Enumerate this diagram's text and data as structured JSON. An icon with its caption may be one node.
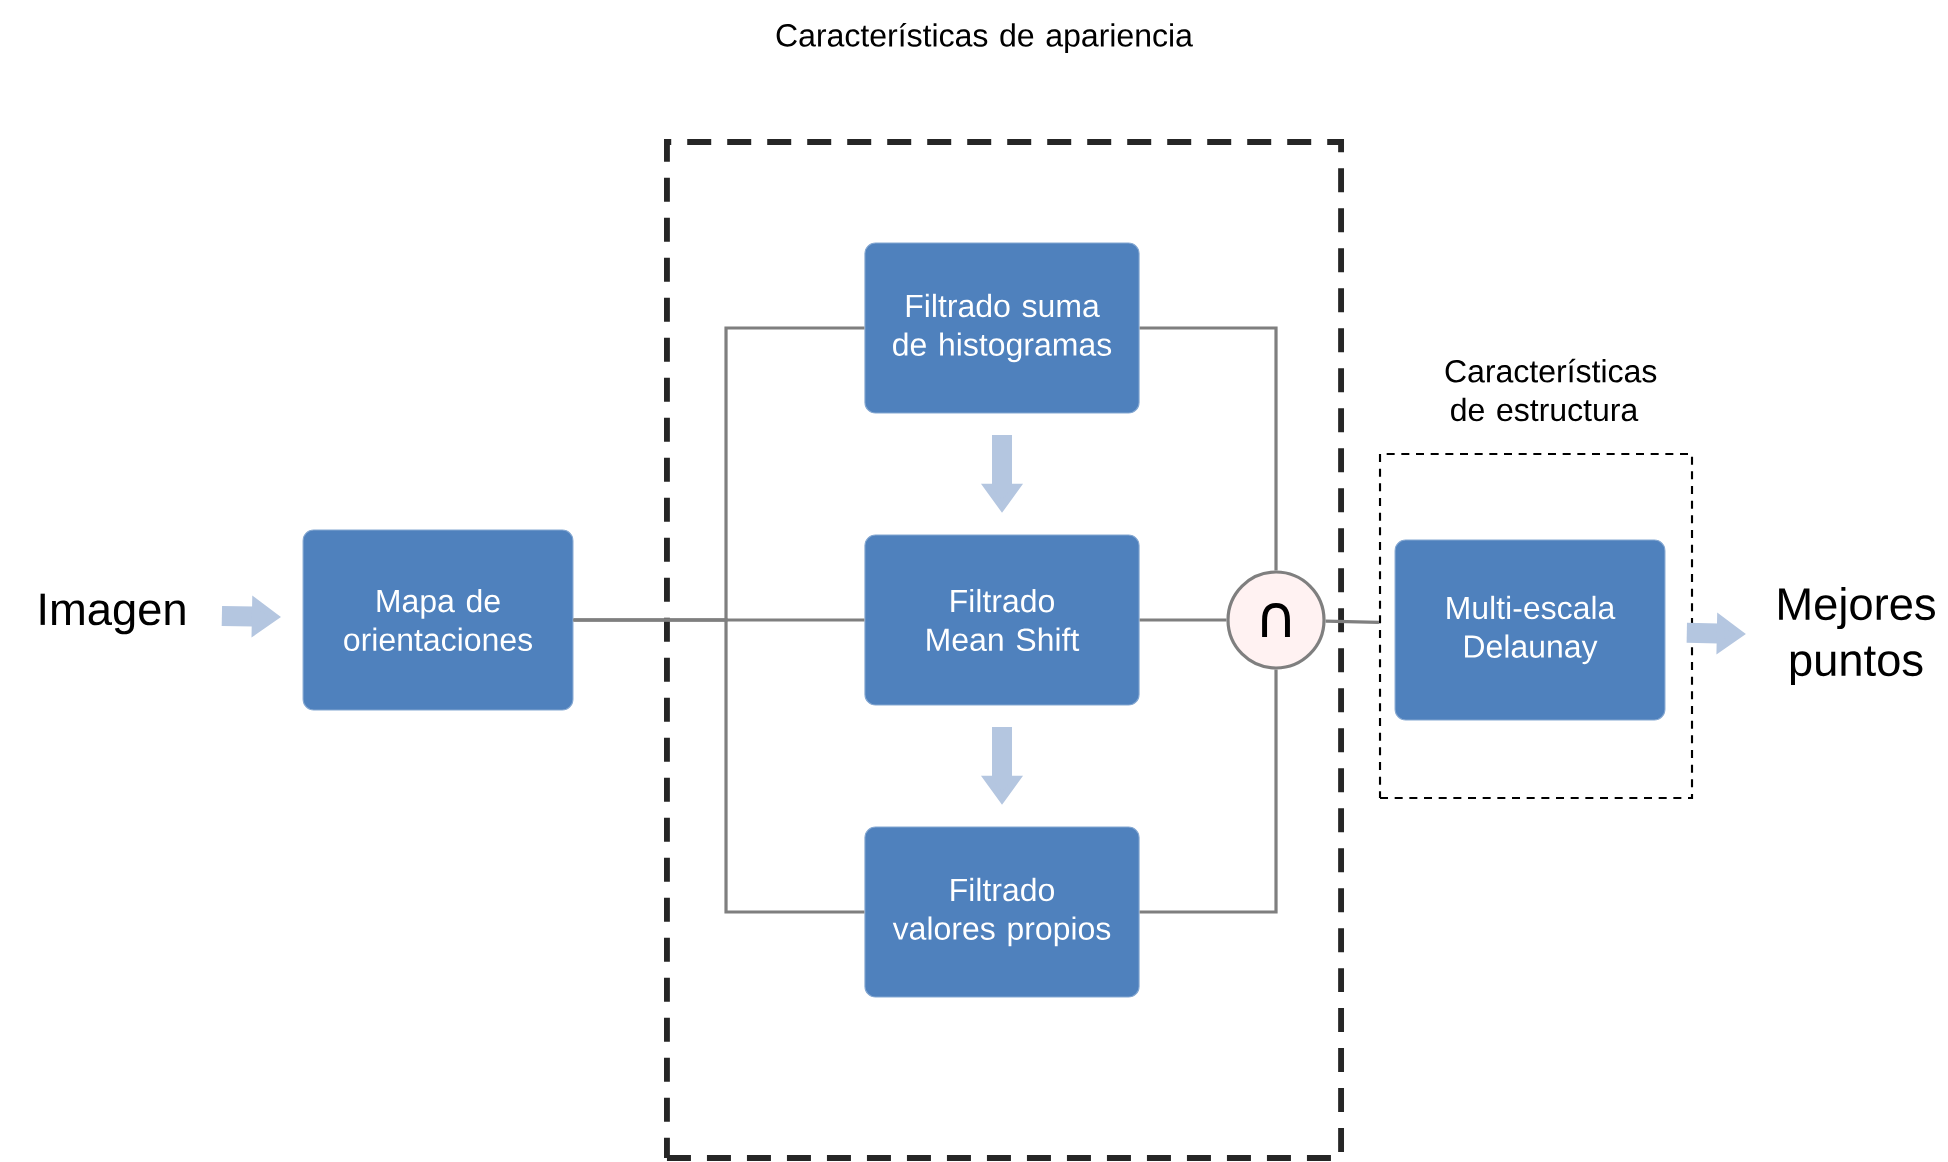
{
  "diagram": {
    "nodes": [
      {
        "text": [
          "Imagen"
        ]
      },
      {
        "text": [
          "Mapa de orientaciones"
        ]
      },
      {
        "text": [
          "Características de apariencia"
        ]
      },
      {
        "text": [
          "Filtrado suma de histogramas"
        ],
        "in": 2
      },
      {
        "text": [
          "Filtrado Mean Shift"
        ],
        "in": 2
      },
      {
        "text": [
          "Filtrado valores propios"
        ],
        "in": 2
      },
      {
        "text": [
          "∩"
        ],
        "in": 2
      },
      {
        "text": [
          "Características de estructura"
        ]
      },
      {
        "text": [
          "Multi-escala Delaunay"
        ],
        "in": 7
      },
      {
        "text": [
          "Mejores puntos"
        ]
      }
    ],
    "edges": [
      {
        "from": 0,
        "to": 1,
        "arrow": "to",
        "style": "thick",
        "color": "#b4c6e0"
      },
      {
        "from": 1,
        "to": 3,
        "arrow": "none"
      },
      {
        "from": 1,
        "to": 4,
        "arrow": "none"
      },
      {
        "from": 1,
        "to": 5,
        "arrow": "none"
      },
      {
        "from": 3,
        "to": 4,
        "arrow": "to",
        "style": "thick",
        "color": "#b4c6e0"
      },
      {
        "from": 4,
        "to": 5,
        "arrow": "to",
        "style": "thick",
        "color": "#b4c6e0"
      },
      {
        "from": 3,
        "to": 6,
        "arrow": "none"
      },
      {
        "from": 4,
        "to": 6,
        "arrow": "none"
      },
      {
        "from": 5,
        "to": 6,
        "arrow": "none"
      },
      {
        "from": 6,
        "to": 7,
        "arrow": "none"
      },
      {
        "from": 8,
        "to": 9,
        "arrow": "to",
        "style": "thick",
        "color": "#b4c6e0"
      }
    ]
  }
}
